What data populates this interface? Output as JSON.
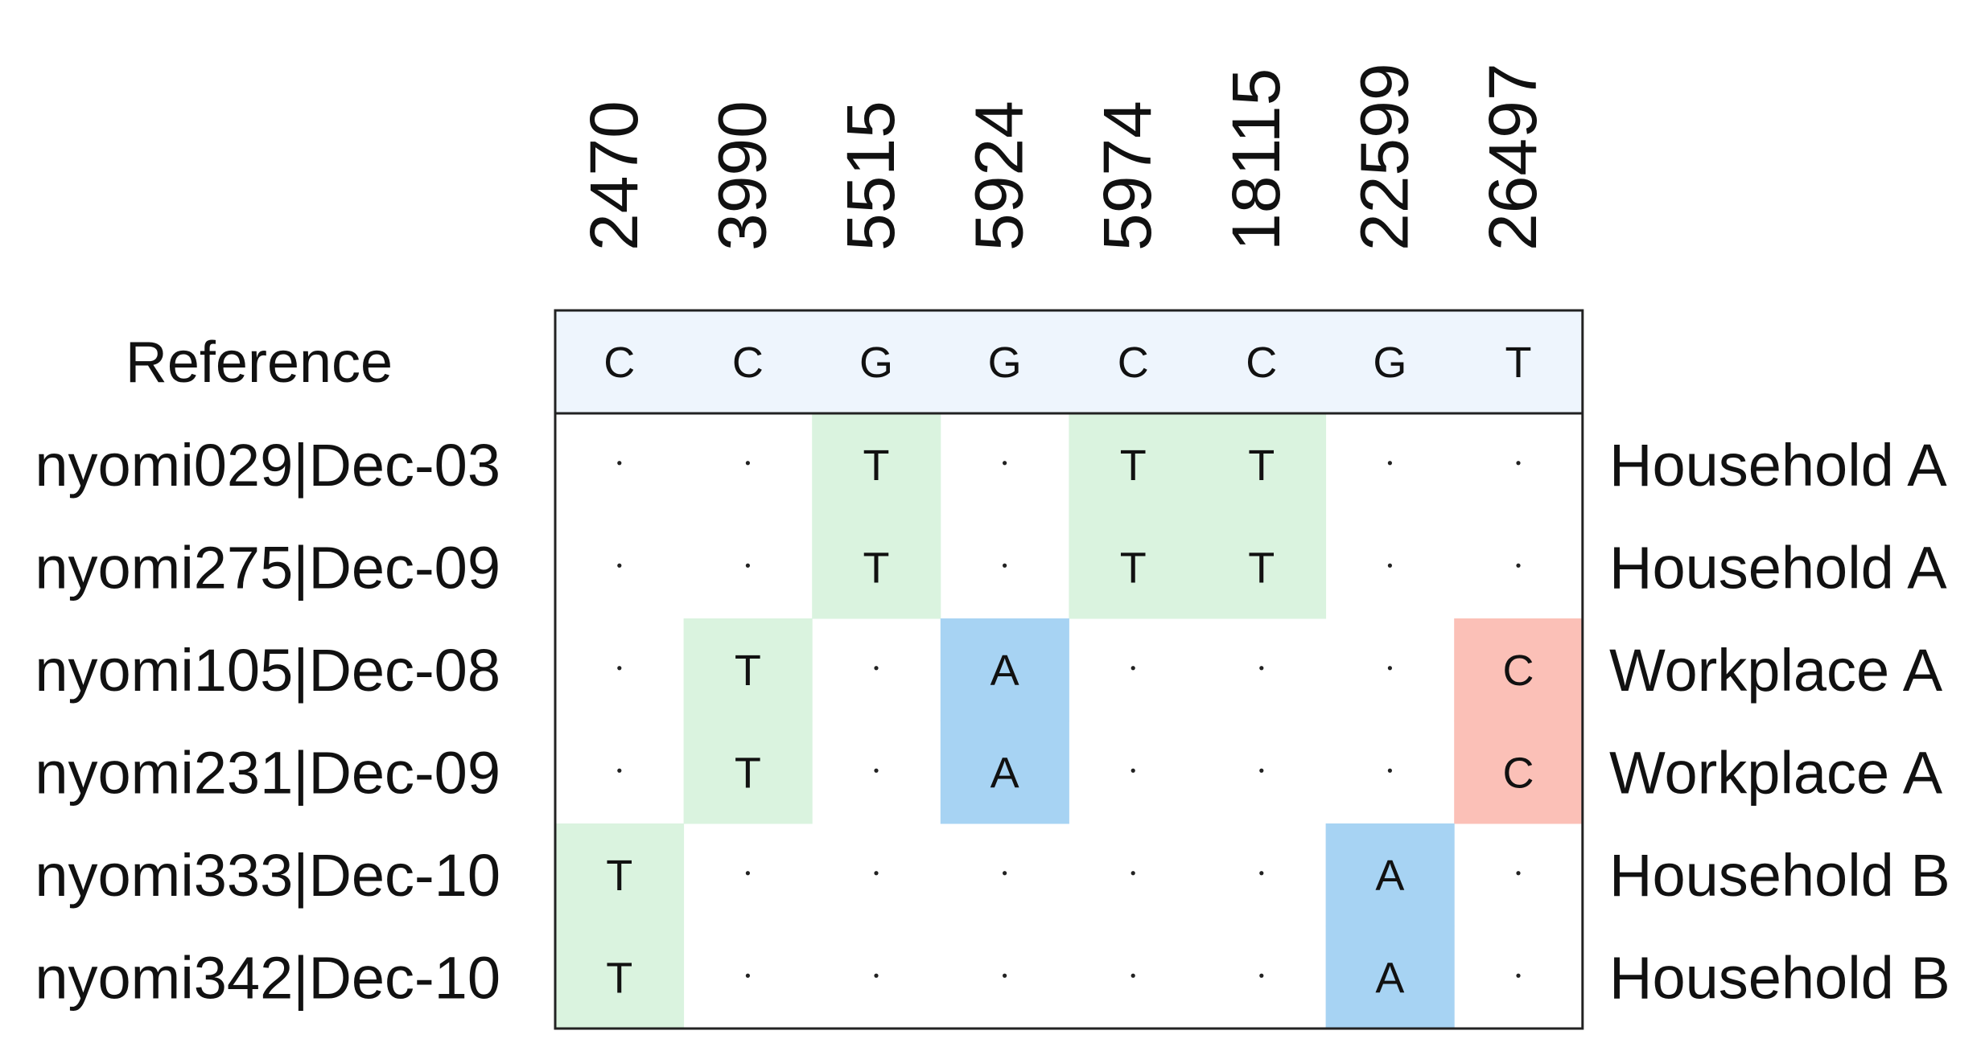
{
  "positions": [
    "2470",
    "3990",
    "5515",
    "5924",
    "5974",
    "18115",
    "22599",
    "26497"
  ],
  "reference": {
    "label": "Reference",
    "bases": [
      "C",
      "C",
      "G",
      "G",
      "C",
      "C",
      "G",
      "T"
    ],
    "color": "#eef5fd"
  },
  "samples": [
    {
      "name": "nyomi029|Dec-03",
      "group": "Household A",
      "bases": [
        ".",
        ".",
        "T",
        ".",
        "T",
        "T",
        ".",
        "."
      ]
    },
    {
      "name": "nyomi275|Dec-09",
      "group": "Household A",
      "bases": [
        ".",
        ".",
        "T",
        ".",
        "T",
        "T",
        ".",
        "."
      ]
    },
    {
      "name": "nyomi105|Dec-08",
      "group": "Workplace A",
      "bases": [
        ".",
        "T",
        ".",
        "A",
        ".",
        ".",
        ".",
        "C"
      ]
    },
    {
      "name": "nyomi231|Dec-09",
      "group": "Workplace A",
      "bases": [
        ".",
        "T",
        ".",
        "A",
        ".",
        ".",
        ".",
        "C"
      ]
    },
    {
      "name": "nyomi333|Dec-10",
      "group": "Household B",
      "bases": [
        "T",
        ".",
        ".",
        ".",
        ".",
        ".",
        "A",
        "."
      ]
    },
    {
      "name": "nyomi342|Dec-10",
      "group": "Household B",
      "bases": [
        "T",
        ".",
        ".",
        ".",
        ".",
        ".",
        "A",
        "."
      ]
    }
  ],
  "base_colors": {
    "T": "#daf3df",
    "A": "#a7d3f3",
    "C": "#fbc0b7",
    "G": "#ffffff",
    ".": "#ffffff"
  },
  "border_color": "#222222"
}
